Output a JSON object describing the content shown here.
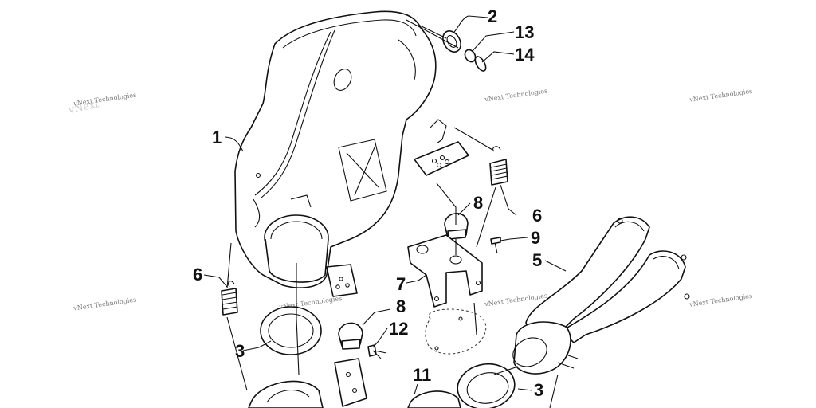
{
  "callouts": {
    "c1": "1",
    "c2": "2",
    "c13": "13",
    "c14": "14",
    "c6a": "6",
    "c6b": "6",
    "c8a": "8",
    "c8b": "8",
    "c9": "9",
    "c5": "5",
    "c7": "7",
    "c3a": "3",
    "c3b": "3",
    "c12": "12",
    "c11": "11"
  },
  "watermark": {
    "text": "vNext Technologies"
  },
  "colors": {
    "line": "#111111",
    "background": "#ffffff",
    "watermark": "#777777"
  }
}
